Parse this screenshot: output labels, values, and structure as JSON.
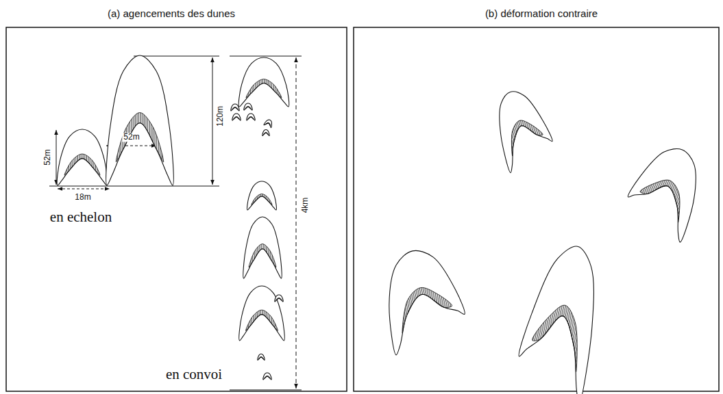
{
  "diagram": {
    "labels": [
      "(a) agencements des dunes",
      "(b) déformation contraire",
      "52m",
      "52m",
      "18m",
      "120m",
      "en echelon",
      "4km",
      "en convoi"
    ]
  }
}
